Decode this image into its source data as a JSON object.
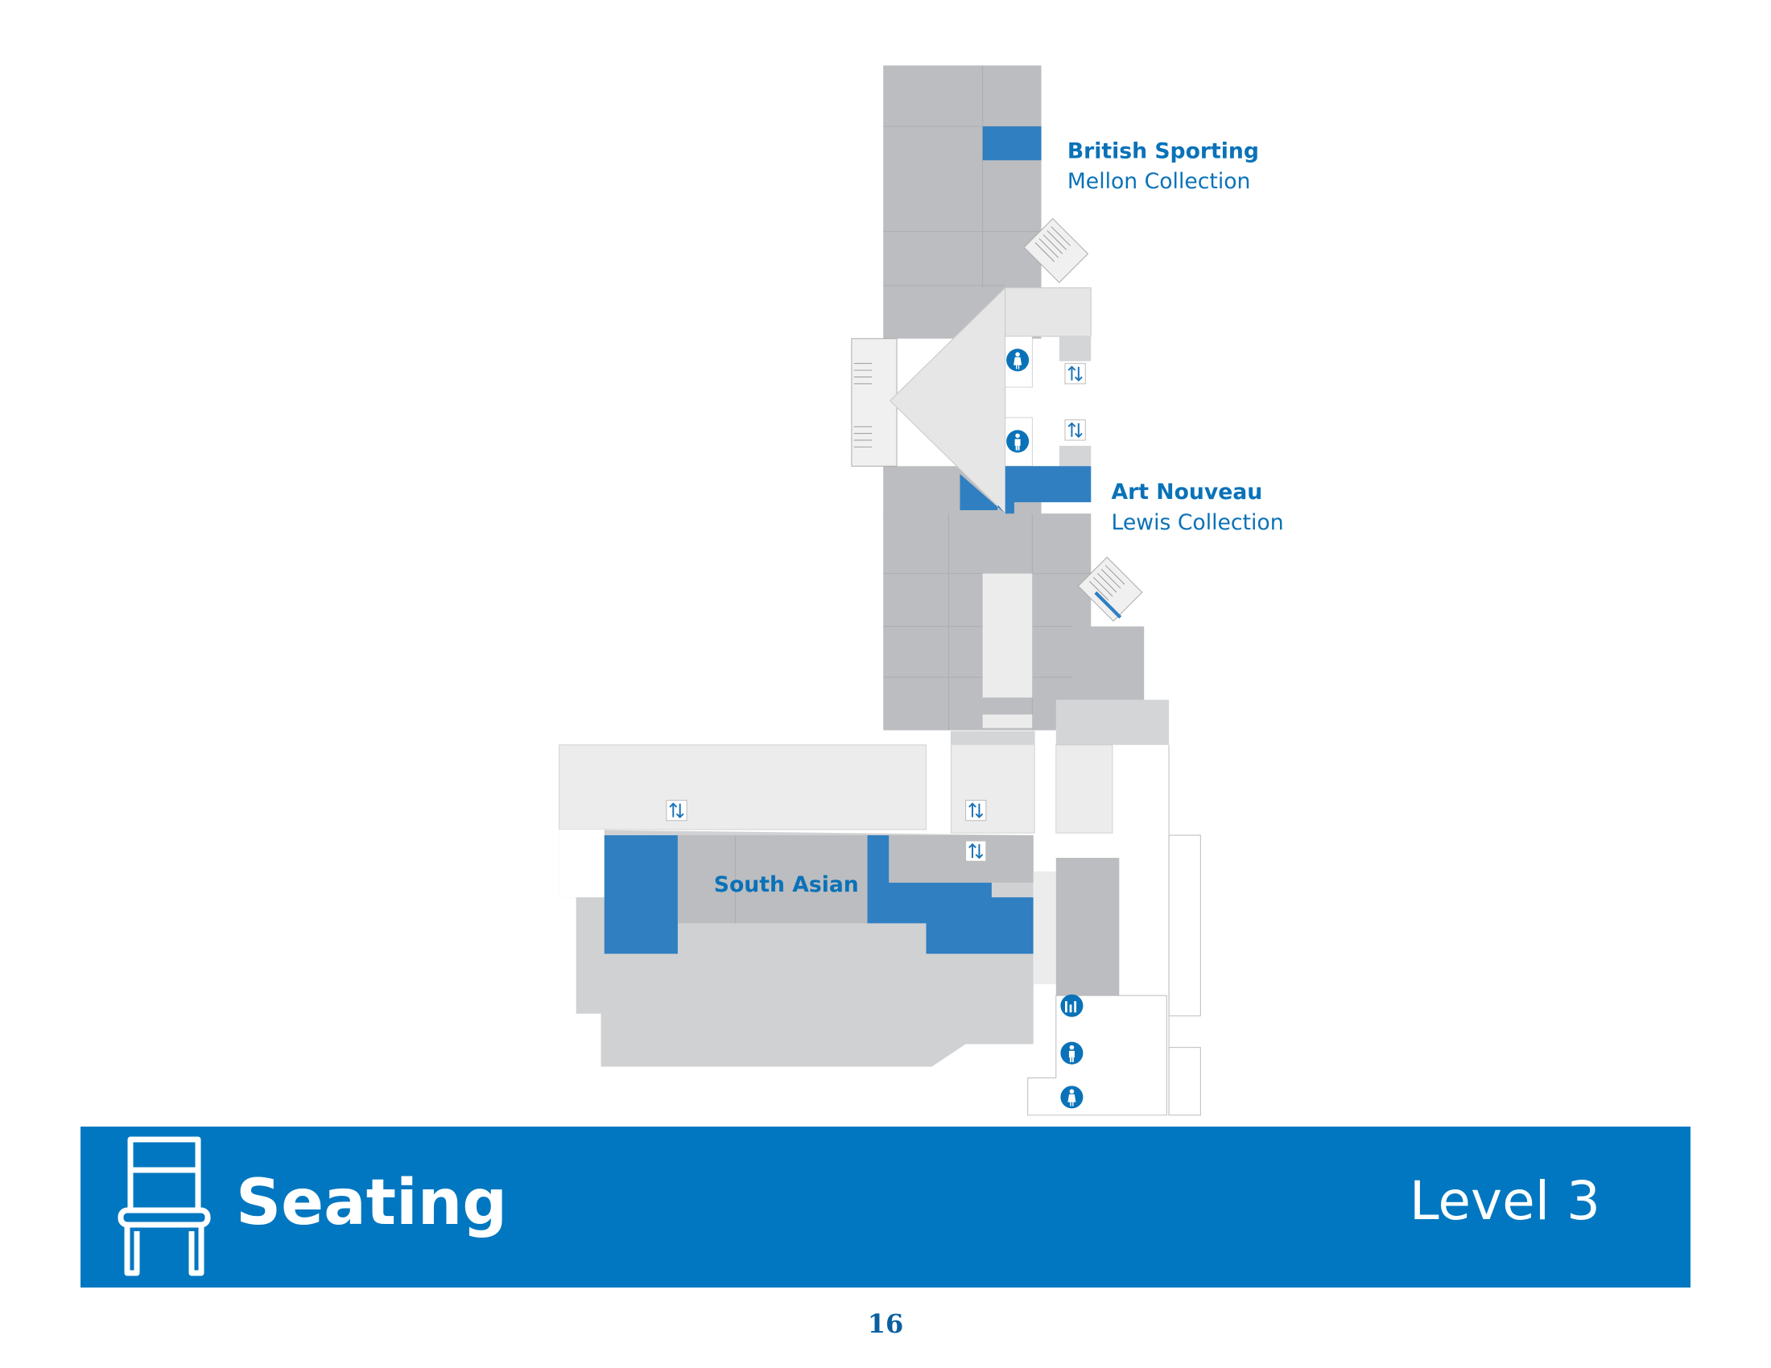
{
  "map": {
    "galleries": [
      {
        "title": "British Sporting",
        "subtitle": "Mellon Collection"
      },
      {
        "title": "Art Nouveau",
        "subtitle": "Lewis Collection"
      },
      {
        "title": "South Asian"
      }
    ],
    "icons": [
      "restroom-women-icon",
      "restroom-men-icon",
      "elevator-icon",
      "family-restroom-icon",
      "stairs-icon"
    ],
    "colors": {
      "highlight": "#2f7fc1",
      "gallery": "#bcbdc0",
      "public": "#ececec",
      "accent": "#0077c0"
    }
  },
  "banner": {
    "title": "Seating",
    "level": "Level 3",
    "icon": "chair-icon"
  },
  "page_number": "16"
}
